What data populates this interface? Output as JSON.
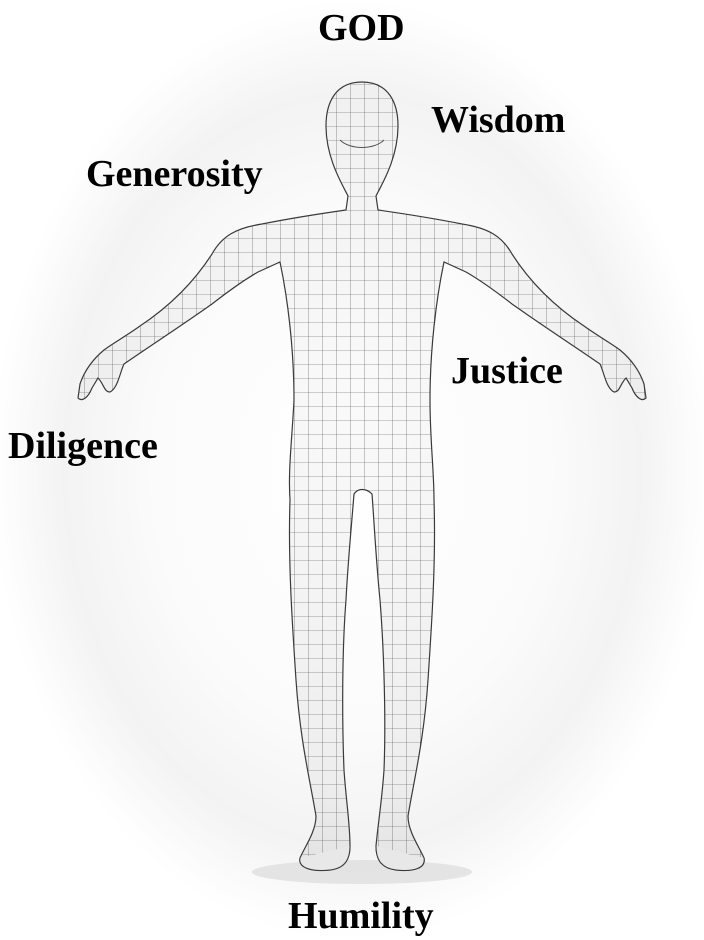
{
  "labels": {
    "god": "GOD",
    "wisdom": "Wisdom",
    "generosity": "Generosity",
    "justice": "Justice",
    "diligence": "Diligence",
    "humility": "Humility"
  },
  "figure": {
    "body_color": "#f2f2f2",
    "mesh_color": "#2b2b2b",
    "shadow_color": "#d8d8d8"
  }
}
